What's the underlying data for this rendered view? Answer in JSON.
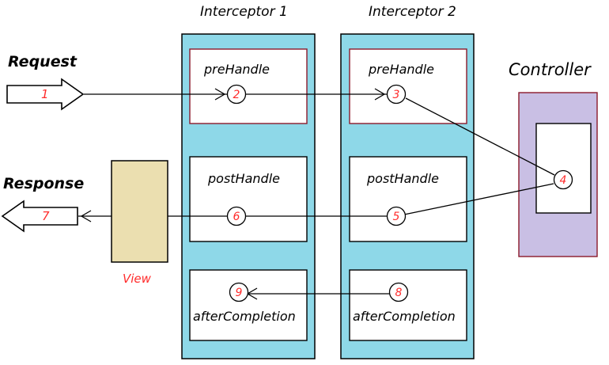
{
  "diagram": {
    "title_interceptor1": "Interceptor 1",
    "title_interceptor2": "Interceptor 2",
    "title_controller": "Controller",
    "request_label": "Request",
    "response_label": "Response",
    "view_label": "View",
    "request_step": "1",
    "response_step": "7",
    "colors": {
      "interceptor_fill": "#8ed8e8",
      "controller_fill": "#c9bfe4",
      "view_fill": "#ebdfb0",
      "prehandle_border": "#8b1a2b",
      "controller_border": "#8b1a2b",
      "box_border": "#000000",
      "number_color": "#ff2b2b",
      "background": "#ffffff"
    },
    "interceptor1": {
      "name": "Interceptor 1",
      "methods": [
        {
          "label": "preHandle",
          "step": "2"
        },
        {
          "label": "postHandle",
          "step": "6"
        },
        {
          "label": "afterCompletion",
          "step": "9"
        }
      ]
    },
    "interceptor2": {
      "name": "Interceptor 2",
      "methods": [
        {
          "label": "preHandle",
          "step": "3"
        },
        {
          "label": "postHandle",
          "step": "5"
        },
        {
          "label": "afterCompletion",
          "step": "8"
        }
      ]
    },
    "controller": {
      "name": "Controller",
      "step": "4"
    },
    "flow_steps": [
      {
        "n": "1",
        "from": "Request",
        "to": "Interceptor 1 preHandle"
      },
      {
        "n": "2",
        "from": "Interceptor 1 preHandle",
        "to": "Interceptor 2 preHandle"
      },
      {
        "n": "3",
        "from": "Interceptor 2 preHandle",
        "to": "Controller"
      },
      {
        "n": "4",
        "from": "Controller",
        "to": "Interceptor 2 postHandle"
      },
      {
        "n": "5",
        "from": "Interceptor 2 postHandle",
        "to": "Interceptor 1 postHandle"
      },
      {
        "n": "6",
        "from": "Interceptor 1 postHandle",
        "to": "View"
      },
      {
        "n": "7",
        "from": "View",
        "to": "Response"
      },
      {
        "n": "8",
        "from": "Interceptor 2 afterCompletion",
        "to": "Interceptor 1 afterCompletion"
      },
      {
        "n": "9",
        "from": "Interceptor 1 afterCompletion",
        "to": "end"
      }
    ]
  }
}
